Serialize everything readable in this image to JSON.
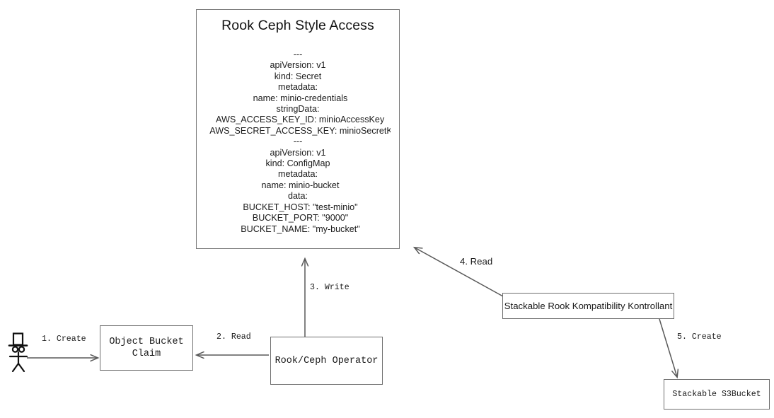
{
  "diagram": {
    "title_node": {
      "heading": "Rook Ceph Style Access",
      "yaml": "---\napiVersion: v1\nkind: Secret\nmetadata:\n  name: minio-credentials\nstringData:\n  AWS_ACCESS_KEY_ID: minioAccessKey\n  AWS_SECRET_ACCESS_KEY: minioSecretKey\n---\napiVersion: v1\nkind: ConfigMap\nmetadata:\n  name: minio-bucket\ndata:\n  BUCKET_HOST: \"test-minio\"\n  BUCKET_PORT: \"9000\"\n  BUCKET_NAME: \"my-bucket\""
    },
    "nodes": [
      {
        "id": "object-bucket-claim",
        "label": "Object Bucket\nClaim"
      },
      {
        "id": "rook-ceph-operator",
        "label": "Rook/Ceph Operator"
      },
      {
        "id": "stackable-rook-kompatibility-kontrollant",
        "label": "Stackable Rook Kompatibility Kontrollant"
      },
      {
        "id": "stackable-s3bucket",
        "label": "Stackable S3Bucket"
      }
    ],
    "actor": {
      "id": "user-actor",
      "label": ""
    },
    "edges": [
      {
        "id": "edge-1",
        "label": "1. Create",
        "from": "user-actor",
        "to": "object-bucket-claim"
      },
      {
        "id": "edge-2",
        "label": "2. Read",
        "from": "rook-ceph-operator",
        "to": "object-bucket-claim"
      },
      {
        "id": "edge-3",
        "label": "3. Write",
        "from": "rook-ceph-operator",
        "to": "rook-ceph-style-access"
      },
      {
        "id": "edge-4",
        "label": "4. Read",
        "from": "stackable-rook-kompatibility-kontrollant",
        "to": "rook-ceph-style-access"
      },
      {
        "id": "edge-5",
        "label": "5. Create",
        "from": "stackable-rook-kompatibility-kontrollant",
        "to": "stackable-s3bucket"
      }
    ],
    "colors": {
      "background": "#ffffff",
      "stroke": "#6e6e6e",
      "text": "#1a1a1a",
      "edge": "#595959"
    }
  }
}
